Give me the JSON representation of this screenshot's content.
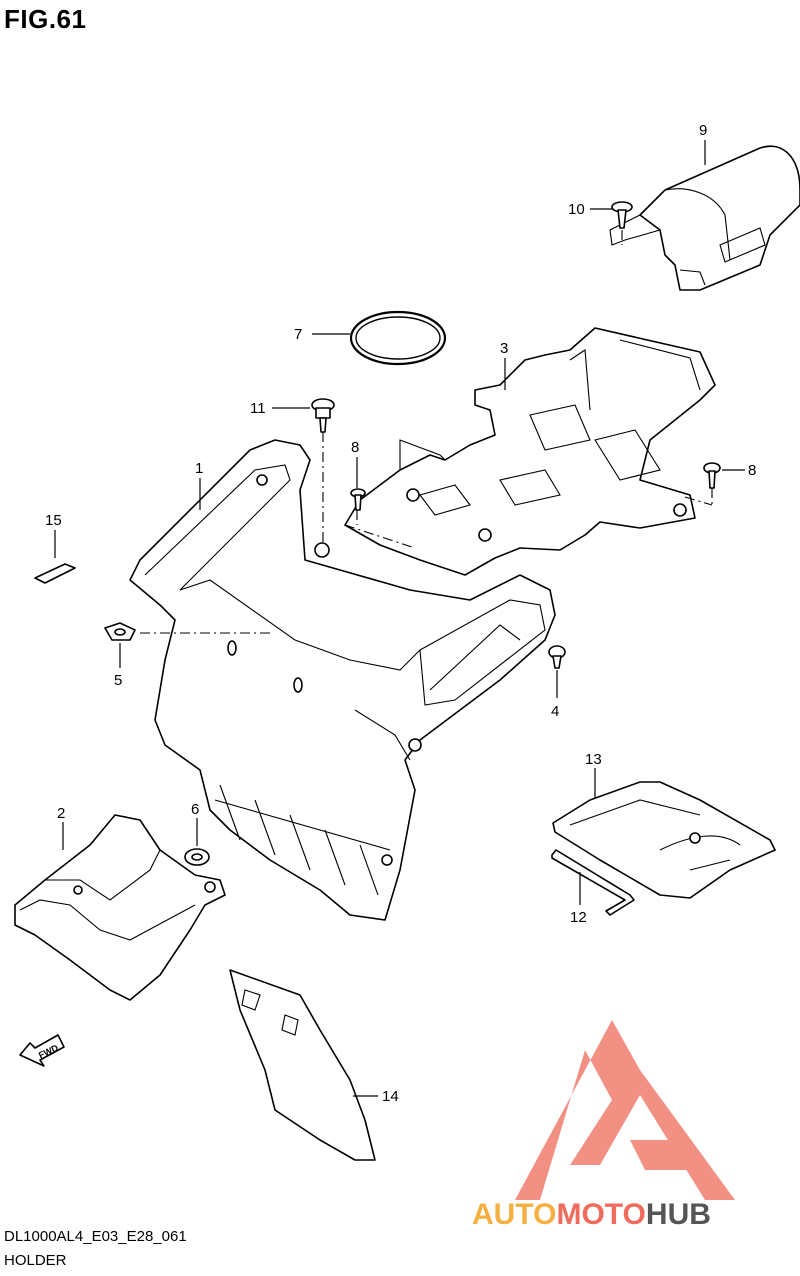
{
  "figure": {
    "title": "FIG.61"
  },
  "callouts": [
    {
      "id": "9",
      "text": "9"
    },
    {
      "id": "10",
      "text": "10"
    },
    {
      "id": "7",
      "text": "7"
    },
    {
      "id": "3",
      "text": "3"
    },
    {
      "id": "11",
      "text": "11"
    },
    {
      "id": "8a",
      "text": "8"
    },
    {
      "id": "8b",
      "text": "8"
    },
    {
      "id": "1",
      "text": "1"
    },
    {
      "id": "15",
      "text": "15"
    },
    {
      "id": "5",
      "text": "5"
    },
    {
      "id": "4",
      "text": "4"
    },
    {
      "id": "13",
      "text": "13"
    },
    {
      "id": "2",
      "text": "2"
    },
    {
      "id": "6",
      "text": "6"
    },
    {
      "id": "12",
      "text": "12"
    },
    {
      "id": "14",
      "text": "14"
    }
  ],
  "fwd_label": "FWD",
  "footer": {
    "code": "DL1000AL4_E03_E28_061",
    "name": "HOLDER"
  },
  "watermark": {
    "part1": "AUTO",
    "part2": "MOTO",
    "part3": "HUB",
    "color_light": "#f5b041",
    "color_mid": "#ef6b5b",
    "color_dark": "#555555"
  }
}
